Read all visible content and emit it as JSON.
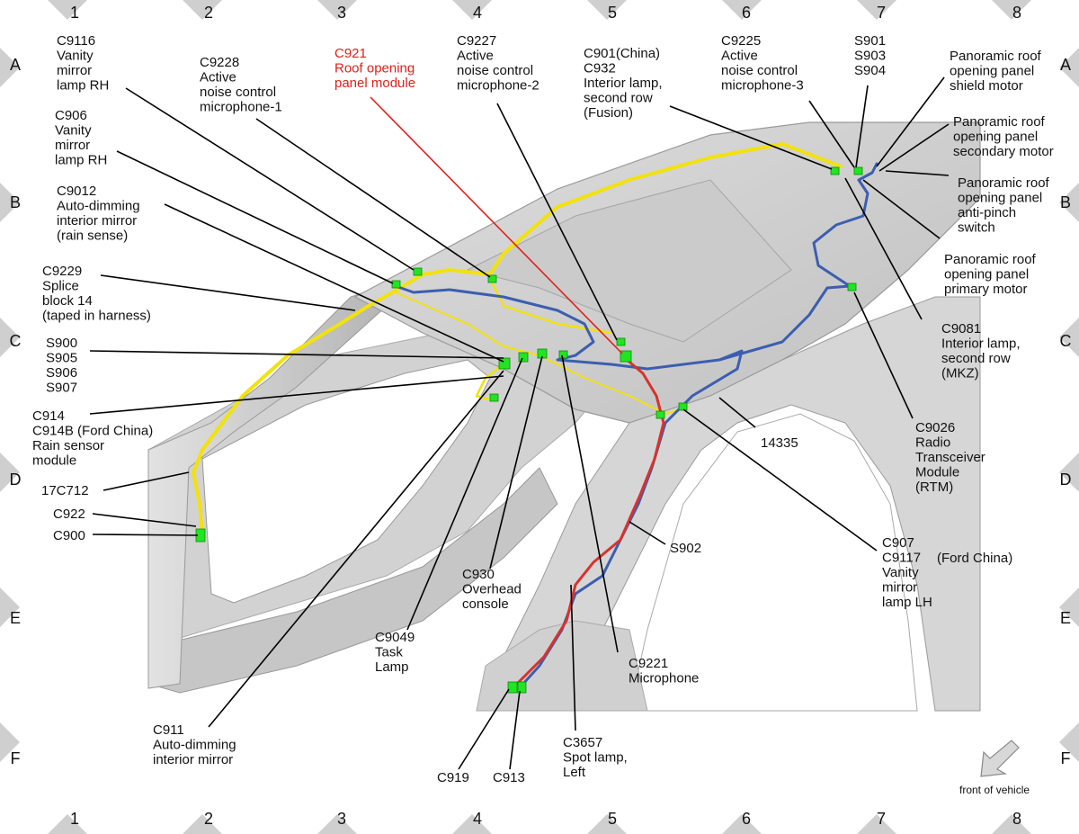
{
  "grid": {
    "columns": [
      "1",
      "2",
      "3",
      "4",
      "5",
      "6",
      "7",
      "8"
    ],
    "rows": [
      "A",
      "B",
      "C",
      "D",
      "E",
      "F"
    ]
  },
  "labels": [
    {
      "id": "c9116",
      "lines": [
        "C9116",
        "Vanity",
        "mirror",
        "lamp RH"
      ]
    },
    {
      "id": "c9228",
      "lines": [
        "C9228",
        "Active",
        "noise control",
        "microphone-1"
      ]
    },
    {
      "id": "c921",
      "lines": [
        "C921",
        "Roof opening",
        "panel module"
      ],
      "highlight": true
    },
    {
      "id": "c9227",
      "lines": [
        "C9227",
        "Active",
        "noise control",
        "microphone-2"
      ]
    },
    {
      "id": "c901",
      "lines": [
        "C901(China)",
        "C932",
        "Interior lamp,",
        "second row",
        "(Fusion)"
      ]
    },
    {
      "id": "c9225",
      "lines": [
        "C9225",
        "Active",
        "noise control",
        "microphone-3"
      ]
    },
    {
      "id": "s901",
      "lines": [
        "S901",
        "S903",
        "S904"
      ]
    },
    {
      "id": "shield",
      "lines": [
        "Panoramic roof",
        "opening panel",
        "shield motor"
      ]
    },
    {
      "id": "secondary",
      "lines": [
        "Panoramic roof",
        "opening panel",
        "secondary motor"
      ]
    },
    {
      "id": "antipinch",
      "lines": [
        "Panoramic roof",
        "opening panel",
        "anti-pinch",
        "switch"
      ]
    },
    {
      "id": "primary",
      "lines": [
        "Panoramic roof",
        "opening panel",
        "primary motor"
      ]
    },
    {
      "id": "c906",
      "lines": [
        "C906",
        "Vanity",
        "mirror",
        "lamp RH"
      ]
    },
    {
      "id": "c9012",
      "lines": [
        "C9012",
        "Auto-dimming",
        "interior mirror",
        "(rain sense)"
      ]
    },
    {
      "id": "c9229",
      "lines": [
        "C9229",
        "Splice",
        "block 14",
        "(taped in harness)"
      ]
    },
    {
      "id": "s900",
      "lines": [
        "S900",
        "S905",
        "S906",
        "S907"
      ]
    },
    {
      "id": "c914",
      "lines": [
        "C914",
        "C914B (Ford China)",
        "Rain sensor",
        "module"
      ]
    },
    {
      "id": "c17c712",
      "lines": [
        "17C712"
      ]
    },
    {
      "id": "c922",
      "lines": [
        "C922"
      ]
    },
    {
      "id": "c900",
      "lines": [
        "C900"
      ]
    },
    {
      "id": "c9081",
      "lines": [
        "C9081",
        "Interior lamp,",
        "second row",
        "(MKZ)"
      ]
    },
    {
      "id": "c9026",
      "lines": [
        "C9026",
        "Radio",
        "Transceiver",
        "Module",
        "(RTM)"
      ]
    },
    {
      "id": "h14335",
      "lines": [
        "14335"
      ]
    },
    {
      "id": "s902",
      "lines": [
        "S902"
      ]
    },
    {
      "id": "c907",
      "lines": [
        "C907",
        "C9117",
        "Vanity",
        "mirror",
        "lamp LH"
      ]
    },
    {
      "id": "fordchina",
      "lines": [
        "(Ford China)"
      ]
    },
    {
      "id": "c930",
      "lines": [
        "C930",
        "Overhead",
        "console"
      ]
    },
    {
      "id": "c9049",
      "lines": [
        "C9049",
        "Task",
        "Lamp"
      ]
    },
    {
      "id": "c9221",
      "lines": [
        "C9221",
        "Microphone"
      ]
    },
    {
      "id": "c911",
      "lines": [
        "C911",
        "Auto-dimming",
        "interior mirror"
      ]
    },
    {
      "id": "c3657",
      "lines": [
        "C3657",
        "Spot lamp,",
        "Left"
      ]
    },
    {
      "id": "c919",
      "lines": [
        "C919"
      ]
    },
    {
      "id": "c913",
      "lines": [
        "C913"
      ]
    }
  ],
  "legend": {
    "front_of_vehicle": "front of vehicle"
  },
  "colors": {
    "harness_yellow": "#f2e20c",
    "harness_blue": "#3b5eb0",
    "harness_red": "#d8322c",
    "connector_green": "#22e422",
    "highlight_red": "#e0201b",
    "structure_gray": "#cfcfcf"
  }
}
